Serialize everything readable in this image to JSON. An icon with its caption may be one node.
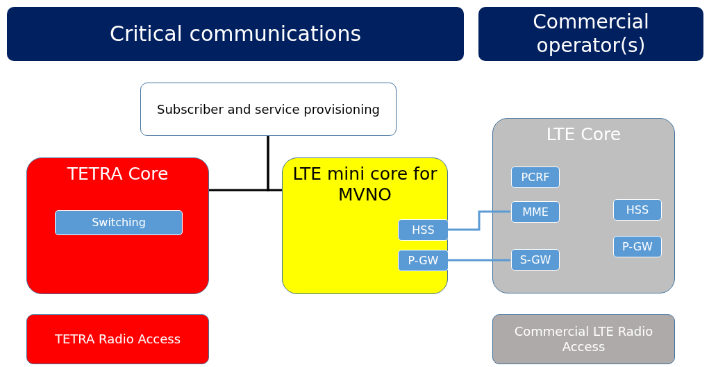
{
  "diagram": {
    "nodes": [
      {
        "text": [
          "Critical communications"
        ]
      },
      {
        "text": [
          "Commercial operator(s)"
        ]
      },
      {
        "text": [
          "Subscriber and service provisioning"
        ]
      },
      {
        "text": [
          "TETRA Core"
        ]
      },
      {
        "text": [
          "Switching"
        ],
        "in": 3
      },
      {
        "text": [
          "LTE mini core for MVNO"
        ]
      },
      {
        "text": [
          "HSS"
        ],
        "in": 5
      },
      {
        "text": [
          "P-GW"
        ],
        "in": 5
      },
      {
        "text": [
          "LTE Core"
        ]
      },
      {
        "text": [
          "PCRF"
        ],
        "in": 8
      },
      {
        "text": [
          "MME"
        ],
        "in": 8
      },
      {
        "text": [
          "HSS"
        ],
        "in": 8
      },
      {
        "text": [
          "S-GW"
        ],
        "in": 8
      },
      {
        "text": [
          "P-GW"
        ],
        "in": 8
      },
      {
        "text": [
          "TETRA Radio Access"
        ]
      },
      {
        "text": [
          "Commercial LTE Radio Access"
        ]
      }
    ],
    "edges": [
      {
        "from": 2,
        "to": 3,
        "arrow": "none"
      },
      {
        "from": 2,
        "to": 5,
        "arrow": "none"
      },
      {
        "from": 6,
        "to": 10,
        "arrow": "none",
        "color": "#5b9bd5"
      },
      {
        "from": 7,
        "to": 12,
        "arrow": "none",
        "color": "#5b9bd5"
      }
    ]
  }
}
